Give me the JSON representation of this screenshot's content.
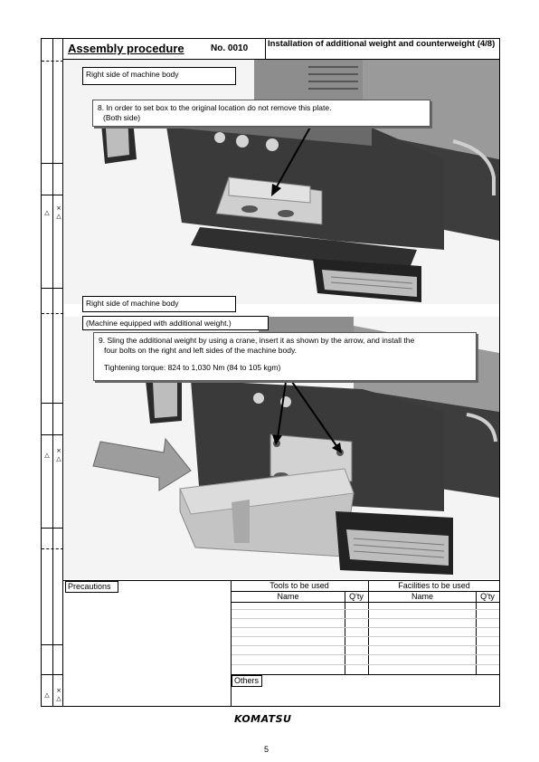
{
  "header": {
    "title": "Assembly procedure",
    "doc_no": "No. 0010",
    "subject": "Installation of additional weight and counterweight (4/8)"
  },
  "margin_marks": [
    "△",
    "×"
  ],
  "section1": {
    "label": "Right side of machine body",
    "note_lines": [
      "8. In order to set box to the original location do not remove this plate.",
      "   (Both side)"
    ]
  },
  "section2": {
    "label": "Right side of machine body",
    "condition": "(Machine equipped with additional weight.)",
    "note_lines": [
      "9. Sling the additional weight by using a crane, insert it as shown by the arrow, and install the",
      "   four bolts on the right and left sides of the machine body.",
      "",
      "   Tightening torque: 824 to 1,030 Nm (84 to 105 kgm)"
    ]
  },
  "table": {
    "precautions_label": "Precautions",
    "tools_header": "Tools to be used",
    "facilities_header": "Facilities to be used",
    "name_label": "Name",
    "qty_label": "Q'ty",
    "others_label": "Others"
  },
  "footer": {
    "logo": "KOMATSU",
    "page": "5"
  },
  "colors": {
    "machine_dark": "#3a3a3a",
    "machine_mid": "#7a7a7a",
    "machine_light": "#c8c8c8",
    "background_photo": "#f2f2f2"
  }
}
